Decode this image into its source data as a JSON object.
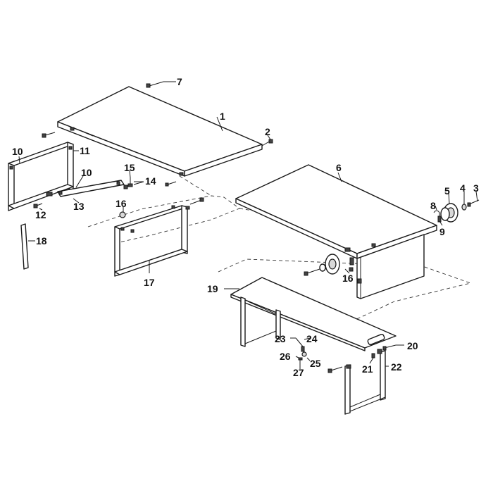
{
  "callouts": [
    {
      "id": "c1",
      "label": "1"
    },
    {
      "id": "c2",
      "label": "2"
    },
    {
      "id": "c3",
      "label": "3"
    },
    {
      "id": "c4",
      "label": "4"
    },
    {
      "id": "c5",
      "label": "5"
    },
    {
      "id": "c6",
      "label": "6"
    },
    {
      "id": "c7",
      "label": "7"
    },
    {
      "id": "c8",
      "label": "8"
    },
    {
      "id": "c9",
      "label": "9"
    },
    {
      "id": "c10a",
      "label": "10"
    },
    {
      "id": "c10b",
      "label": "10"
    },
    {
      "id": "c11",
      "label": "11"
    },
    {
      "id": "c12",
      "label": "12"
    },
    {
      "id": "c13",
      "label": "13"
    },
    {
      "id": "c14",
      "label": "14"
    },
    {
      "id": "c15",
      "label": "15"
    },
    {
      "id": "c16a",
      "label": "16"
    },
    {
      "id": "c16b",
      "label": "16"
    },
    {
      "id": "c17",
      "label": "17"
    },
    {
      "id": "c18",
      "label": "18"
    },
    {
      "id": "c19",
      "label": "19"
    },
    {
      "id": "c20",
      "label": "20"
    },
    {
      "id": "c21",
      "label": "21"
    },
    {
      "id": "c22",
      "label": "22"
    },
    {
      "id": "c23",
      "label": "23"
    },
    {
      "id": "c24",
      "label": "24"
    },
    {
      "id": "c25",
      "label": "25"
    },
    {
      "id": "c26",
      "label": "26"
    },
    {
      "id": "c27",
      "label": "27"
    }
  ]
}
